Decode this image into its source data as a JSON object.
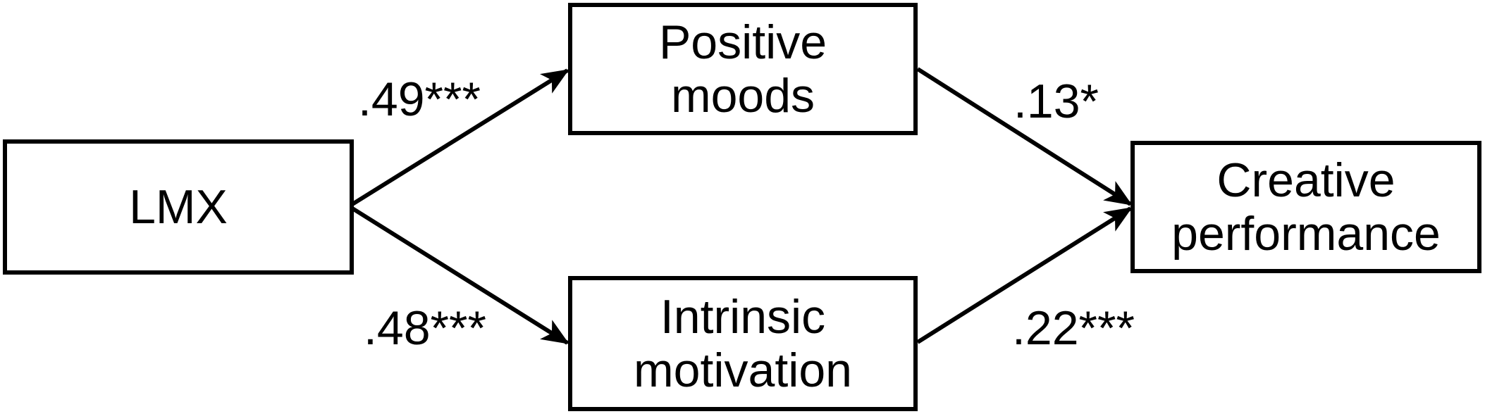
{
  "nodes": {
    "lmx": {
      "lines": [
        "LMX"
      ]
    },
    "positive_moods": {
      "lines": [
        "Positive",
        "moods"
      ]
    },
    "intrinsic_motivation": {
      "lines": [
        "Intrinsic",
        "motivation"
      ]
    },
    "creative_performance": {
      "lines": [
        "Creative",
        "performance"
      ]
    }
  },
  "paths": {
    "lmx_to_positive_moods": ".49***",
    "lmx_to_intrinsic_motivation": ".48***",
    "positive_moods_to_creative_performance": ".13*",
    "intrinsic_motivation_to_creative_performance": ".22***"
  }
}
